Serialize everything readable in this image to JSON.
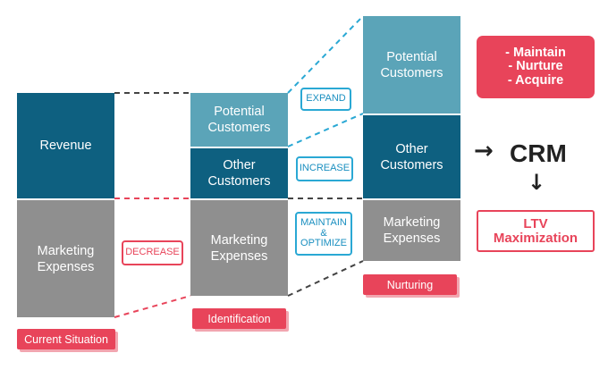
{
  "stages": {
    "current": {
      "revenue": "Revenue",
      "marketing": "Marketing\nExpenses",
      "label": "Current Situation"
    },
    "identification": {
      "potential": "Potential\nCustomers",
      "other": "Other\nCustomers",
      "marketing": "Marketing\nExpenses",
      "label": "Identification"
    },
    "nurturing": {
      "potential": "Potential\nCustomers",
      "other": "Other\nCustomers",
      "marketing": "Marketing\nExpenses",
      "label": "Nurturing"
    }
  },
  "actions": {
    "decrease": "DECREASE",
    "expand": "EXPAND",
    "increase": "INCREASE",
    "maintain": "MAINTAIN\n&\nOPTIMIZE"
  },
  "crm": {
    "goals": "- Maintain\n- Nurture\n- Acquire",
    "arrow": "→",
    "label": "CRM",
    "down_arrow": "↓",
    "ltv": "LTV\nMaximization"
  },
  "colors": {
    "dark_teal": "#0e6080",
    "light_teal": "#5ba4b8",
    "gray": "#8f8f8f",
    "red": "#e8445a",
    "blue": "#2aa8d4"
  }
}
